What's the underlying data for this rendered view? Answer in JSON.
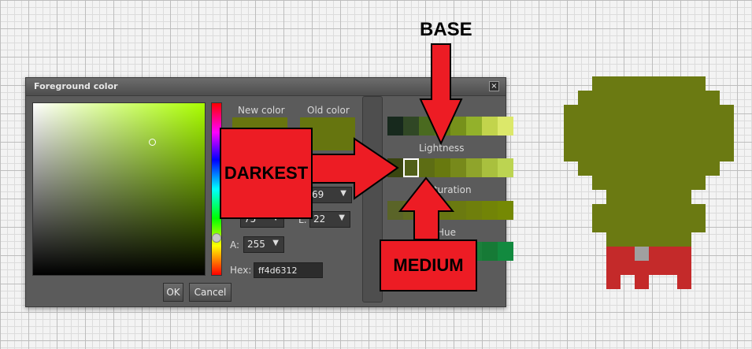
{
  "dialog": {
    "title": "Foreground color",
    "close_glyph": "×",
    "new_color_label": "New color",
    "old_color_label": "Old color",
    "new_color_hex": "#68750f",
    "old_color_hex": "#66750f",
    "fields": [
      {
        "label": "",
        "value": "69"
      },
      {
        "label": "L:",
        "value": "22"
      },
      {
        "label": "",
        "value": "75"
      }
    ],
    "alpha_label": "A:",
    "alpha_value": "255",
    "hex_label": "Hex:",
    "hex_value": "ff4d6312",
    "ok_label": "OK",
    "cancel_label": "Cancel"
  },
  "palette": {
    "lightness_label": "Lightness",
    "saturation_label": "Saturation",
    "hue_label": "Hue",
    "rows": {
      "top": [
        "#17291d",
        "#304725",
        "#4a6a1f",
        "#627c14",
        "#77911b",
        "#93b12b",
        "#c2d44c",
        "#dce86a"
      ],
      "lightness": [
        "#3a4510",
        "#516018",
        "#5d6d14",
        "#68790f",
        "#77891b",
        "#8fa42b",
        "#a9c03e",
        "#bcd451"
      ],
      "saturation": [
        "#5a6428",
        "#5f6a20",
        "#637018",
        "#677612",
        "#6b7a10",
        "#6f7f0c",
        "#728407",
        "#758904"
      ],
      "hue": [
        "#5d6d14",
        "#5d6d14",
        "#5d6d14",
        "#5d6d14",
        "#1f8a30",
        "#1b7f3b",
        "#167a36",
        "#128a3f"
      ]
    }
  },
  "annotations": {
    "base": "BASE",
    "darkest": "DARKEST",
    "medium": "MEDIUM"
  },
  "colors": {
    "callout_red": "#ed1c24",
    "sprite_green": "#6b7a12",
    "sprite_red": "#c42a2a",
    "sprite_gray": "#a0a0a0"
  }
}
